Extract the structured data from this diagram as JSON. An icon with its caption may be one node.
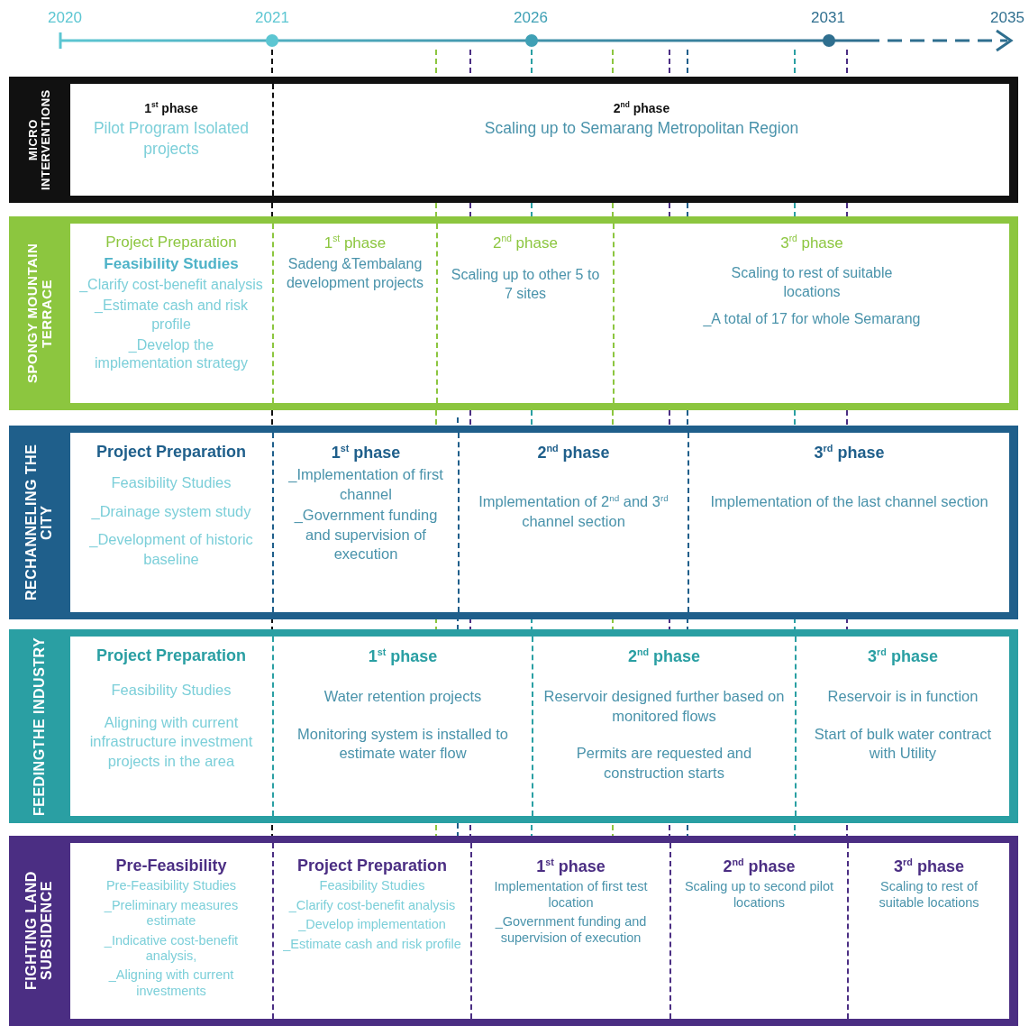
{
  "diagram": {
    "nodes": [
      {
        "text": [
          "MICRO INTERVENTIONS"
        ]
      },
      {
        "text": [
          "1$^{st}$ phase",
          "Pilot Program Isolated projects"
        ],
        "in": 0
      },
      {
        "text": [
          "2$^{nd}$ phase",
          "Scaling up to Semarang Metropolitan Region"
        ],
        "in": 0
      },
      {
        "text": [
          "SPONGY MOUNTAIN TERRACE"
        ]
      },
      {
        "text": [
          "Project Preparation",
          "Feasibility Studies",
          "_Clarify cost-benefit analysis",
          "_Estimate cash and risk profile",
          "_Develop the implementation strategy"
        ],
        "in": 3
      },
      {
        "text": [
          "1$^{st}$ phase",
          "Sadeng &Tembalang development projects"
        ],
        "in": 3
      },
      {
        "text": [
          "2$^{nd}$ phase",
          "Scaling up to other 5 to 7 sites"
        ],
        "in": 3
      },
      {
        "text": [
          "3$^{rd}$ phase",
          "Scaling to rest of suitable locations",
          "_A total of 17 for whole Semarang"
        ],
        "in": 3
      },
      {
        "text": [
          "RECHANNELING THE CITY"
        ]
      },
      {
        "text": [
          "Project Preparation",
          "Feasibility Studies",
          "_Drainage system study",
          "_Development of historic baseline"
        ],
        "in": 8
      },
      {
        "text": [
          "1$^{st}$ phase",
          "_Implementation of first channel",
          "_Government funding and supervision of execution"
        ],
        "in": 8
      },
      {
        "text": [
          "2$^{nd}$ phase",
          "Implementation of 2$^{nd}$ and 3$^{rd}$ channel section"
        ],
        "in": 8
      },
      {
        "text": [
          "3$^{rd}$ phase",
          "Implementation of the last channel section"
        ],
        "in": 8
      },
      {
        "text": [
          "FEEDINGTHE INDUSTRY"
        ]
      },
      {
        "text": [
          "Project Preparation",
          "Feasibility Studies",
          "Aligning with current infrastructure investment projects in the area"
        ],
        "in": 13
      },
      {
        "text": [
          "1$^{st}$ phase",
          "Water retention projects",
          "Monitoring system is installed to estimate water flow"
        ],
        "in": 13
      },
      {
        "text": [
          "2$^{nd}$ phase",
          "Reservoir designed further based on monitored flows",
          "Permits are requested and construction starts"
        ],
        "in": 13
      },
      {
        "text": [
          "3$^{rd}$ phase",
          "Reservoir is in function",
          "Start of bulk water contract with Utility"
        ],
        "in": 13
      },
      {
        "text": [
          "FIGHTING LAND SUBSIDENCE"
        ]
      },
      {
        "text": [
          "Pre-Feasibility",
          "Pre-Feasibility Studies",
          "_Preliminary measures estimate",
          "_Indicative cost-benefit analysis,",
          "_Aligning with current investments"
        ],
        "in": 18
      },
      {
        "text": [
          "Project Preparation",
          "Feasibility Studies",
          "_Clarify cost-benefit analysis",
          "_Develop implementation",
          "_Estimate cash and risk profile"
        ],
        "in": 18
      },
      {
        "text": [
          "1$^{st}$ phase",
          "Implementation of first test location",
          "_Government funding and supervision of execution"
        ],
        "in": 18
      },
      {
        "text": [
          "2$^{nd}$ phase",
          "Scaling up to second pilot locations"
        ],
        "in": 18
      },
      {
        "text": [
          "3$^{rd}$ phase",
          "Scaling to rest of suitable locations"
        ],
        "in": 18
      }
    ],
    "edges": [],
    "labels": [
      "2020",
      "2021",
      "2026",
      "2031",
      "2035"
    ]
  }
}
